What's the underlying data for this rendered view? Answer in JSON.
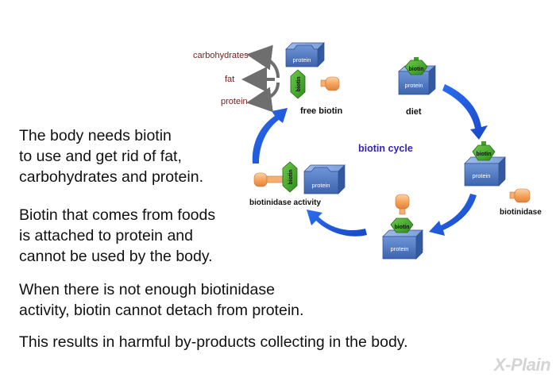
{
  "diagram": {
    "cycle_title": "biotin cycle",
    "nodes": {
      "free_biotin": "free biotin",
      "diet": "diet",
      "biotinidase_activity": "biotinidase activity",
      "biotinidase": "biotinidase"
    },
    "outputs": [
      "carbohydrates",
      "fat",
      "protein"
    ],
    "block_label": "protein",
    "tag_label": "biotin"
  },
  "paragraphs": [
    {
      "lines": [
        "The body needs biotin",
        "to use and get rid of fat,",
        "carbohydrates and protein."
      ]
    },
    {
      "lines": [
        "Biotin that comes from foods",
        "is attached to protein and",
        "cannot be used by the body."
      ]
    },
    {
      "lines": [
        "When there is not enough biotinidase",
        "activity, biotin cannot detach from protein."
      ]
    },
    {
      "lines": [
        "This results in harmful by-products collecting in the body."
      ]
    }
  ],
  "watermark": "X-Plain",
  "colors": {
    "arrow_blue": "#1f5fe0",
    "block_blue": "#4a78c2",
    "biotin_green": "#3f9e2a",
    "enzyme_orange": "#f6a45e",
    "output_text": "#7a1a1a",
    "cycle_title": "#3322bb"
  }
}
